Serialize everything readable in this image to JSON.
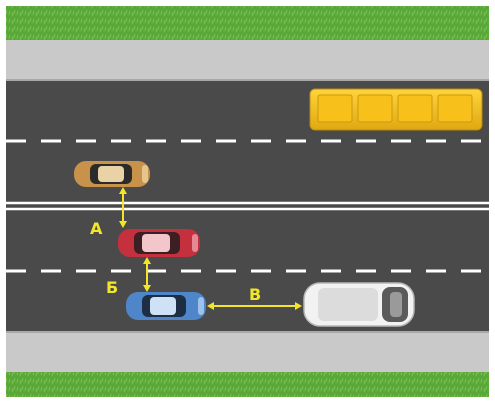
{
  "labels": {
    "a": "А",
    "b": "Б",
    "v": "В"
  },
  "vehicles": [
    {
      "id": "bus",
      "name": "yellow-bus",
      "color": "#f2c21a"
    },
    {
      "id": "car1",
      "name": "tan-car",
      "color": "#c8924a"
    },
    {
      "id": "car2",
      "name": "red-car",
      "color": "#c4303d"
    },
    {
      "id": "car3",
      "name": "blue-car",
      "color": "#4f86c9"
    },
    {
      "id": "van",
      "name": "white-van",
      "color": "#eeeeee"
    }
  ],
  "colors": {
    "grass": "#5aa83a",
    "sidewalk": "#c9c9c9",
    "road": "#4a4a4a",
    "lane_marking": "#ffffff",
    "arrow": "#f3e62a"
  }
}
